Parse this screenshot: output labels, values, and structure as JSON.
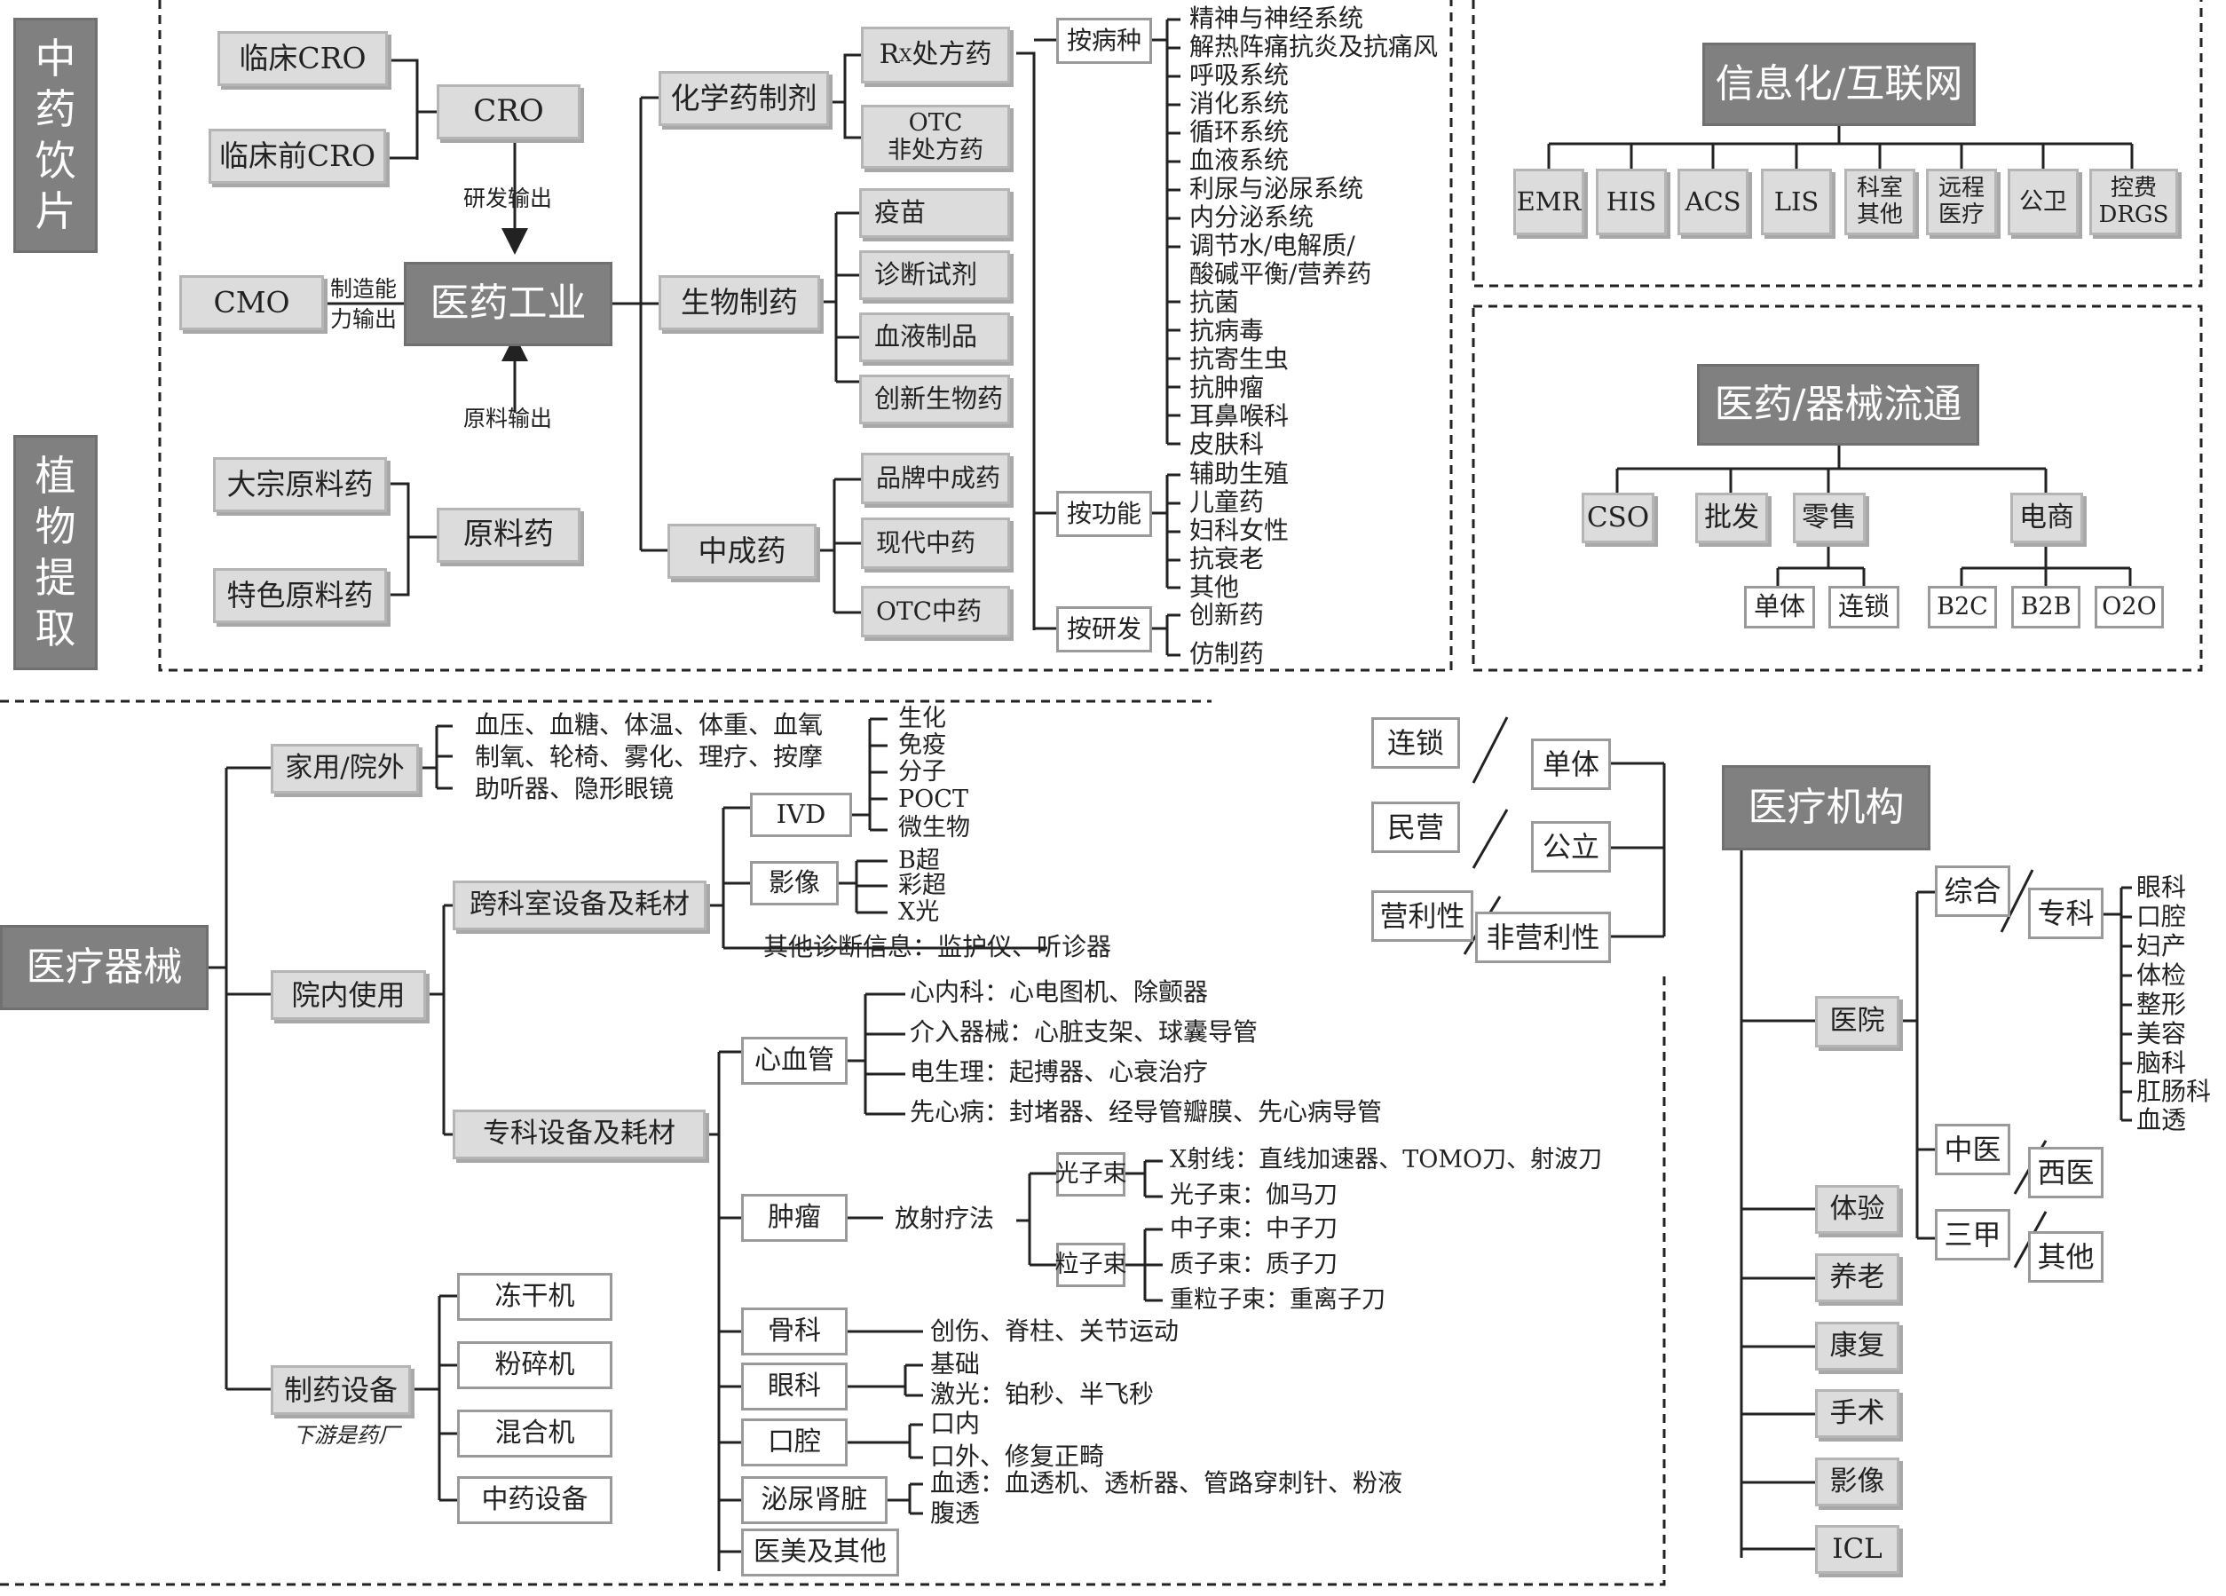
{
  "side_labels": {
    "zhongyao": "中药饮片",
    "zhiwu": "植物提取"
  },
  "industry": {
    "center": "医药工业",
    "cro": "CRO",
    "clinical_cro": "临床CRO",
    "preclinical_cro": "临床前CRO",
    "rd_output": "研发输出",
    "cmo": "CMO",
    "cmo_note_1": "制造能",
    "cmo_note_2": "力输出",
    "raw": "原料药",
    "raw_bulk": "大宗原料药",
    "raw_special": "特色原料药",
    "raw_output": "原料输出",
    "chem": "化学药制剂",
    "rx_r": "R",
    "rx_x": "X",
    "rx_text": "处方药",
    "otc_1": "OTC",
    "otc_2": "非处方药",
    "bio": "生物制药",
    "bio_items": [
      "疫苗",
      "诊断试剂",
      "血液制品",
      "创新生物药"
    ],
    "tcm": "中成药",
    "tcm_items": [
      "品牌中成药",
      "现代中药",
      "OTC中药"
    ],
    "by_disease": "按病种",
    "disease_items": [
      "精神与神经系统",
      "解热阵痛抗炎及抗痛风",
      "呼吸系统",
      "消化系统",
      "循环系统",
      "血液系统",
      "利尿与泌尿系统",
      "内分泌系统",
      "调节水/电解质/",
      "酸碱平衡/营养药",
      "抗菌",
      "抗病毒",
      "抗寄生虫",
      "抗肿瘤",
      "耳鼻喉科",
      "皮肤科"
    ],
    "by_function": "按功能",
    "function_items": [
      "辅助生殖",
      "儿童药",
      "妇科女性",
      "抗衰老",
      "其他"
    ],
    "by_rd": "按研发",
    "rd_items": [
      "创新药",
      "仿制药"
    ]
  },
  "it": {
    "title": "信息化/互联网",
    "items": [
      "EMR",
      "HIS",
      "ACS",
      "LIS",
      "科室|其他",
      "远程|医疗",
      "公卫",
      "控费|DRGS"
    ]
  },
  "dist": {
    "title": "医药/器械流通",
    "cso": "CSO",
    "wholesale": "批发",
    "retail": "零售",
    "ecom": "电商",
    "single": "单体",
    "chain": "连锁",
    "b2c": "B2C",
    "b2b": "B2B",
    "o2o": "O2O"
  },
  "mid": {
    "chain": "连锁",
    "private": "民营",
    "profit": "营利性",
    "single": "单体",
    "public": "公立",
    "nonprofit": "非营利性"
  },
  "inst": {
    "title": "医疗机构",
    "hospital": "医院",
    "general": "综合",
    "specialty": "专科",
    "specialty_items": [
      "眼科",
      "口腔",
      "妇产",
      "体检",
      "整形",
      "美容",
      "脑科",
      "肛肠科",
      "血透"
    ],
    "tcm": "中医",
    "western": "西医",
    "tier3": "三甲",
    "other": "其他",
    "items": [
      "体验",
      "养老",
      "康复",
      "手术",
      "影像",
      "ICL"
    ]
  },
  "device": {
    "title": "医疗器械",
    "home": "家用/院外",
    "home_lines": [
      "血压、血糖、体温、体重、血氧",
      "制氧、轮椅、雾化、理疗、按摩",
      "助听器、隐形眼镜"
    ],
    "inhosp": "院内使用",
    "cross": "跨科室设备及耗材",
    "ivd": "IVD",
    "ivd_items": [
      "生化",
      "免疫",
      "分子",
      "POCT",
      "微生物"
    ],
    "imaging": "影像",
    "imaging_items": [
      "B超",
      "彩超",
      "X光"
    ],
    "other_diag": "其他诊断信息：监护仪、听诊器",
    "special": "专科设备及耗材",
    "cardio": "心血管",
    "cardio_items": [
      "心内科：心电图机、除颤器",
      "介入器械：心脏支架、球囊导管",
      "电生理：起搏器、心衰治疗",
      "先心病：封堵器、经导管瓣膜、先心病导管"
    ],
    "tumor": "肿瘤",
    "radio": "放射疗法",
    "photon": "光子束",
    "photon_items": [
      "X射线：直线加速器、TOMO刀、射波刀",
      "光子束：伽马刀"
    ],
    "particle": "粒子束",
    "particle_items": [
      "中子束：中子刀",
      "质子束：质子刀",
      "重粒子束：重离子刀"
    ],
    "ortho": "骨科",
    "ortho_text": "创伤、脊柱、关节运动",
    "eye": "眼科",
    "eye_items": [
      "基础",
      "激光：铂秒、半飞秒"
    ],
    "dental": "口腔",
    "dental_items": [
      "口内",
      "口外、修复正畸"
    ],
    "uro": "泌尿肾脏",
    "uro_items": [
      "血透：血透机、透析器、管路穿刺针、粉液",
      "腹透"
    ],
    "aesthetic": "医美及其他",
    "pharma": "制药设备",
    "pharma_note": "下游是药厂",
    "pharma_items": [
      "冻干机",
      "粉碎机",
      "混合机",
      "中药设备"
    ]
  }
}
